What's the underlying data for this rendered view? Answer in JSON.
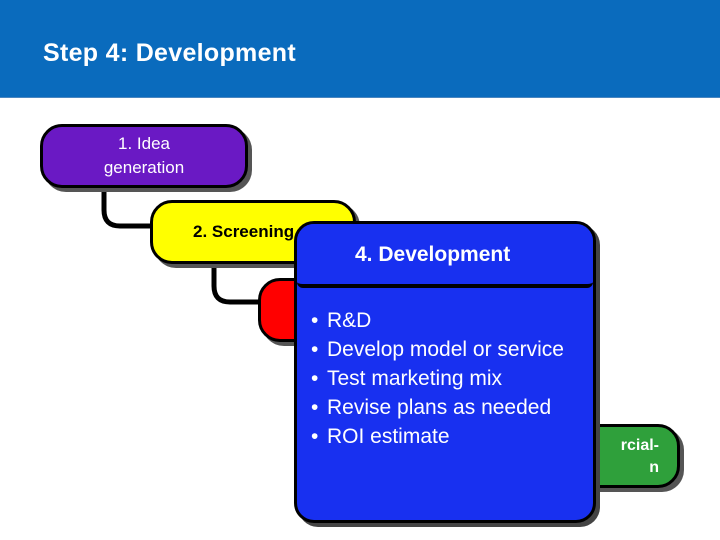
{
  "header": {
    "title": "Step 4:  Development"
  },
  "steps": {
    "s1": {
      "label": "1. Idea generation",
      "line1": "1. Idea",
      "line2": "generation",
      "color": "#6a19c4"
    },
    "s2": {
      "label": "2. Screening",
      "color": "#ffff00"
    },
    "s3": {
      "label": "",
      "color": "#ff0000"
    },
    "s5": {
      "line1": "rcial-",
      "line2": "n",
      "color": "#2fa03b"
    }
  },
  "detail": {
    "title": "4. Development",
    "color": "#1830f0",
    "bullets": [
      "R&D",
      "Develop model or service",
      "Test marketing mix",
      "Revise plans as needed",
      "ROI estimate"
    ]
  }
}
